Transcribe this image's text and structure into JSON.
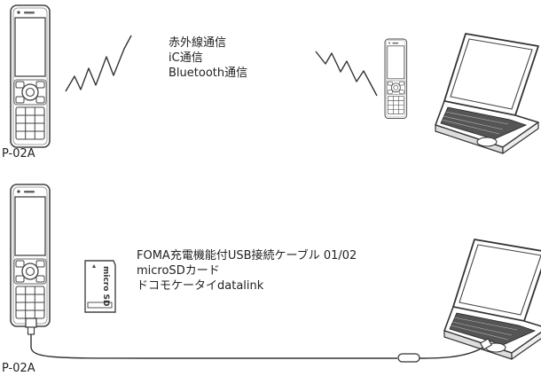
{
  "top_section": {
    "phone_label": "P-02A",
    "methods": [
      "赤外線通信",
      "iC通信",
      "Bluetooth通信"
    ]
  },
  "bottom_section": {
    "phone_label": "P-02A",
    "methods": [
      "FOMA充電機能付USB接続ケーブル 01/02",
      "microSDカード",
      "ドコモケータイdatalink"
    ],
    "card_marking": "micro SD"
  }
}
